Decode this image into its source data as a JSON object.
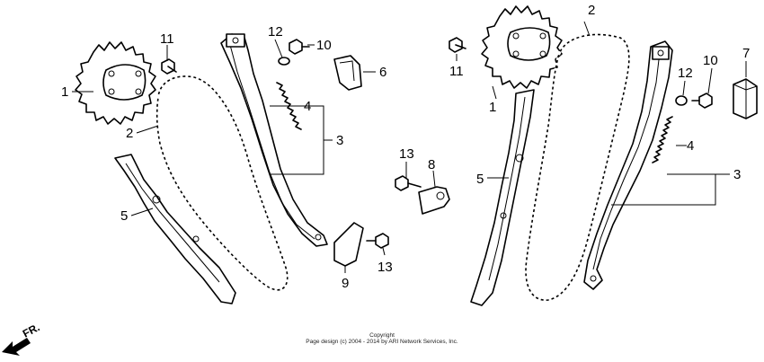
{
  "callouts": {
    "l1": "1",
    "l2": "2",
    "l3": "3",
    "l4": "4",
    "l5": "5",
    "l6": "6",
    "l8": "8",
    "l9": "9",
    "l10": "10",
    "l11": "11",
    "l12": "12",
    "l13a": "13",
    "l13b": "13",
    "r1": "1",
    "r2": "2",
    "r3": "3",
    "r4": "4",
    "r5": "5",
    "r7": "7",
    "r10": "10",
    "r11": "11",
    "r12": "12"
  },
  "direction_label": "FR.",
  "copyright_line1": "Copyright",
  "copyright_line2": "Page design (c) 2004 - 2014 by ARI Network Services, Inc.",
  "colors": {
    "line": "#000000",
    "background": "#ffffff"
  }
}
